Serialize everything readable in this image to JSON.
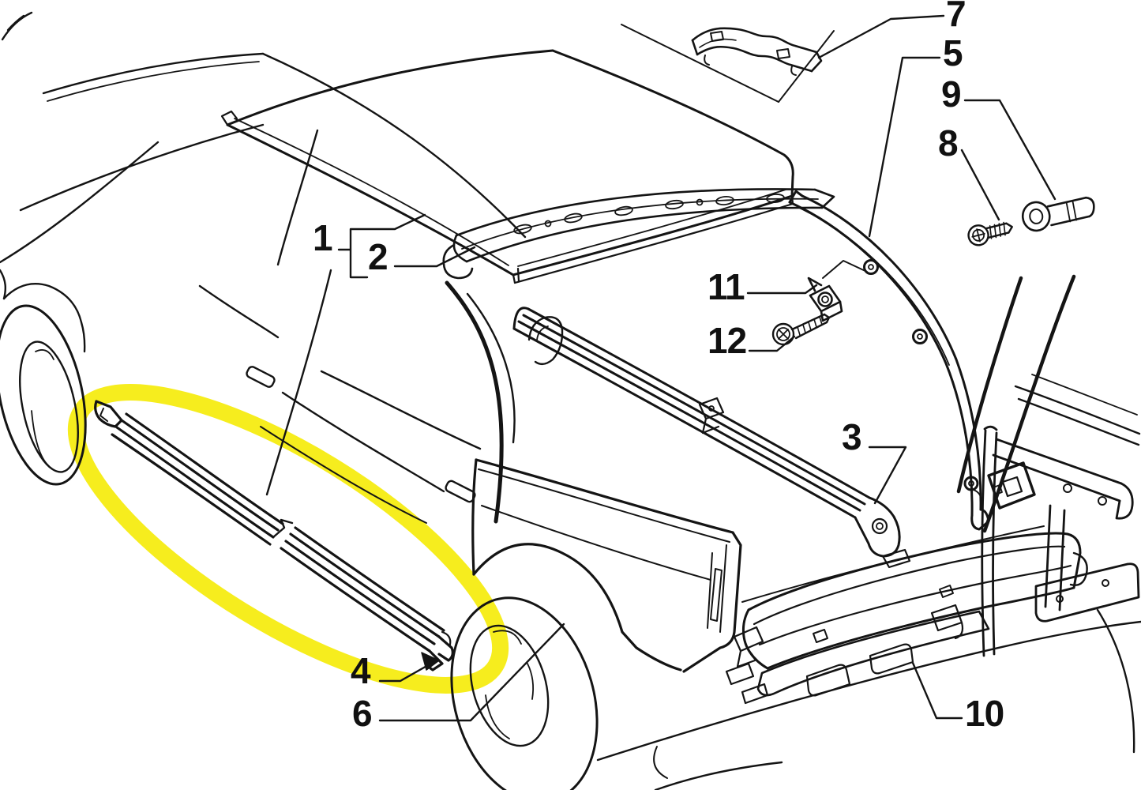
{
  "figure": {
    "type": "exploded-parts-diagram",
    "subject": "Car body side sill, roof rail and rear panel exploded parts view",
    "background_color": "#ffffff",
    "line_color": "#141414"
  },
  "highlight": {
    "color": "#F6EC12",
    "shape": "hand-drawn-oval",
    "marks_callouts": [
      "4",
      "6"
    ]
  },
  "callouts": [
    {
      "number": "1"
    },
    {
      "number": "2"
    },
    {
      "number": "3"
    },
    {
      "number": "4"
    },
    {
      "number": "5"
    },
    {
      "number": "6"
    },
    {
      "number": "7"
    },
    {
      "number": "8"
    },
    {
      "number": "9"
    },
    {
      "number": "10"
    },
    {
      "number": "11"
    },
    {
      "number": "12"
    }
  ]
}
